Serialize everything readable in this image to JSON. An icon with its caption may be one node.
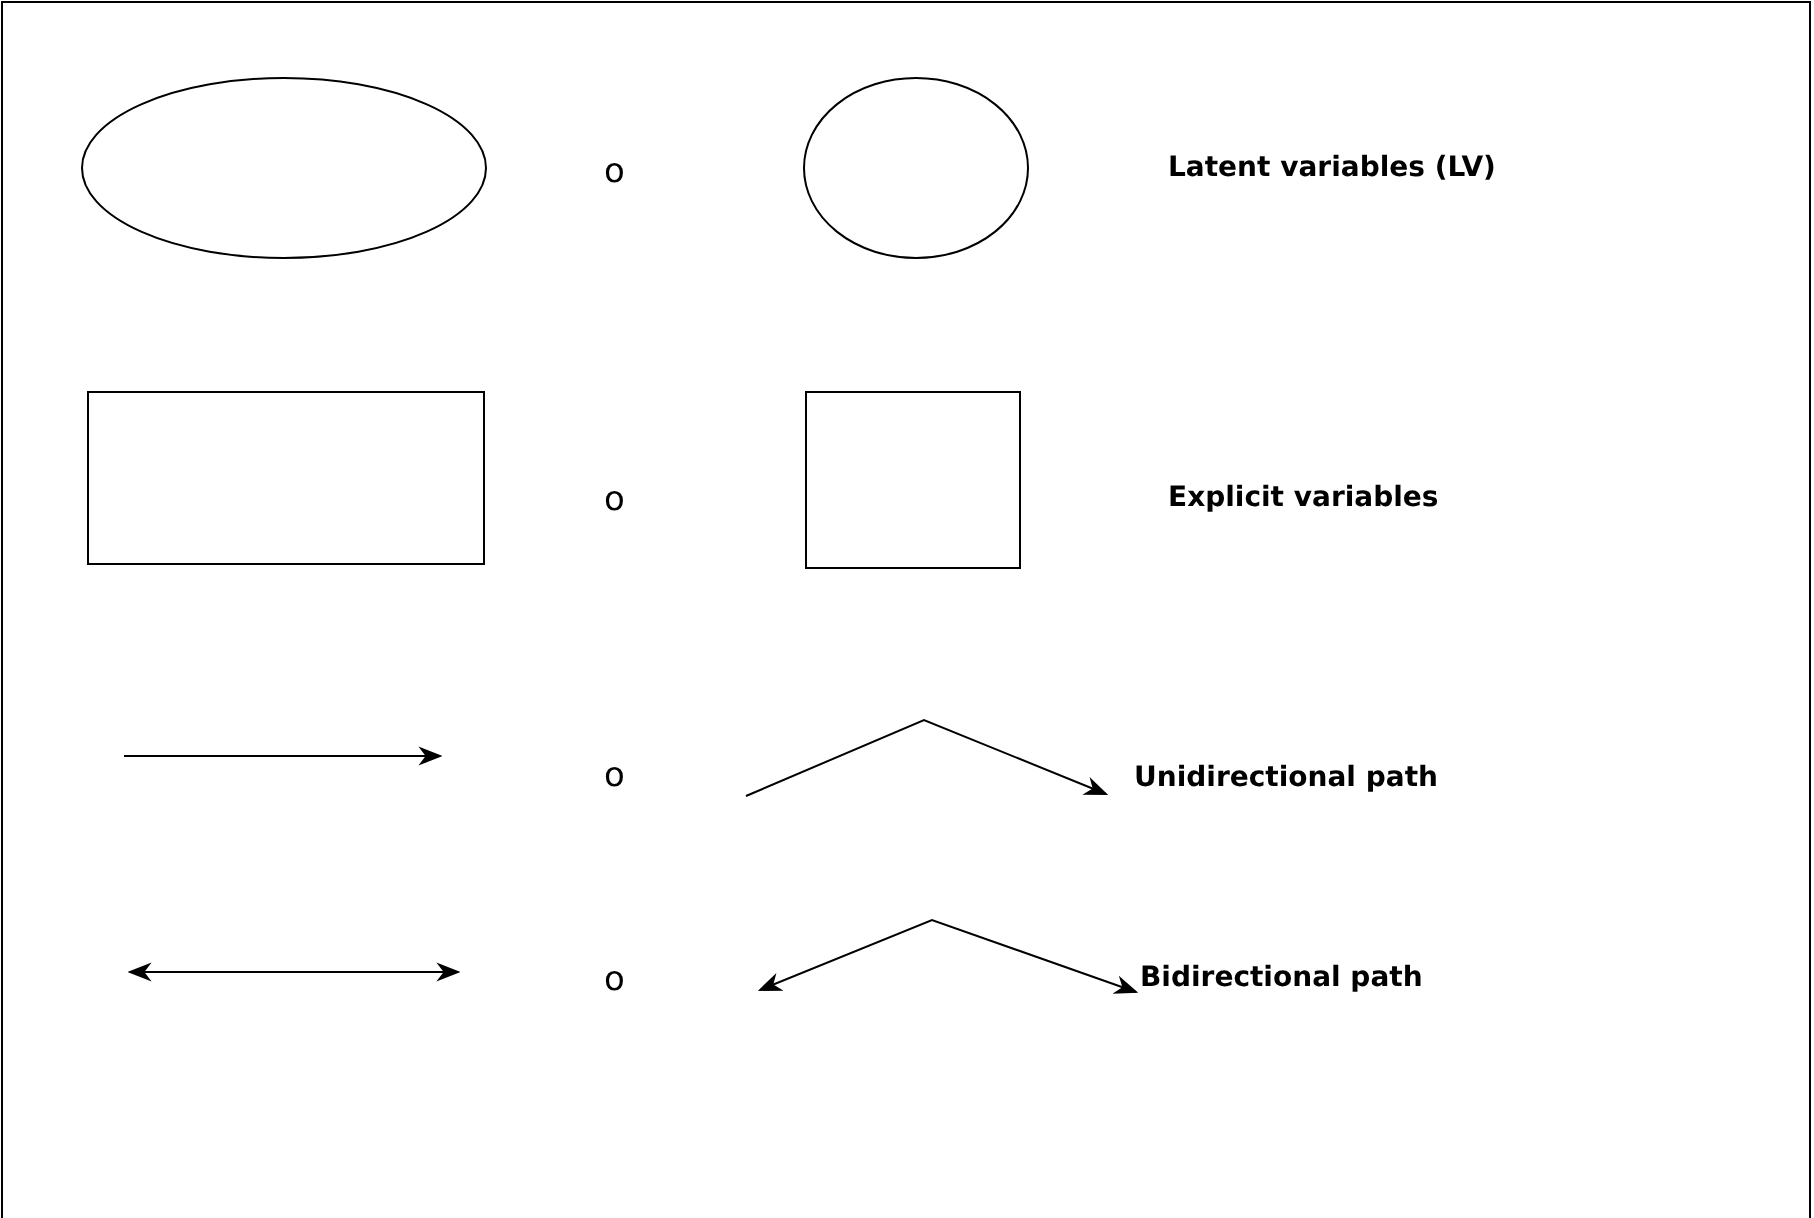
{
  "diagram": {
    "nodes": [
      {
        "text": [],
        "shape": "ellipse"
      },
      {
        "text": [],
        "shape": "circle"
      },
      {
        "text": [],
        "shape": "box"
      },
      {
        "text": [],
        "shape": "box"
      }
    ],
    "labels": [
      "o",
      "o",
      "o",
      "o"
    ],
    "legend": [
      {
        "text": "Latent variables (LV)"
      },
      {
        "text": "Explicit variables"
      },
      {
        "text": "Unidirectional path"
      },
      {
        "text": "Bidirectional path"
      }
    ]
  }
}
